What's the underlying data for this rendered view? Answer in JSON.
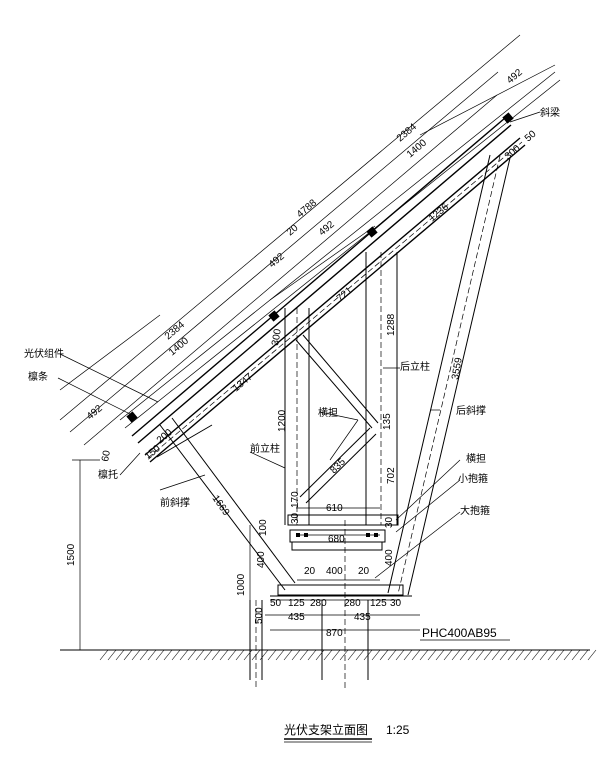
{
  "title": {
    "name": "光伏支架立面图",
    "scale": "1:25"
  },
  "labels": {
    "oblique_beam": "斜梁",
    "pv_module": "光伏组件",
    "purlin": "檩条",
    "purlin_bracket": "檩托",
    "rear_column": "后立柱",
    "rear_brace": "后斜撑",
    "beam_middle": "横担",
    "front_column": "前立柱",
    "beam_lower": "横担",
    "small_hoop": "小抱箍",
    "large_hoop": "大抱箍",
    "front_brace": "前斜撑",
    "pile": "PHC400AB95"
  },
  "dimensions": {
    "d4788": "4788",
    "d2384_top": "2384",
    "d2384_bottom": "2384",
    "d1400_top": "1400",
    "d1400_bottom": "1400",
    "d492_top": "492",
    "d492_mid": "492",
    "d492_mid2": "492",
    "d492_bottom": "492",
    "d20_top": "20",
    "d1236": "1236",
    "d721": "721",
    "d1347": "1347",
    "d300_top": "300",
    "d50_top": "50",
    "d300_mid": "300",
    "d1288": "1288",
    "d3559": "3559",
    "d1200": "1200",
    "d135": "135",
    "d835": "835",
    "d702": "702",
    "d170": "170",
    "d30_left": "30",
    "d610": "610",
    "d30_right": "30",
    "d100": "100",
    "d680": "680",
    "d400_left": "400",
    "d400_right": "400",
    "d20_b1": "20",
    "d400_mid": "400",
    "d20_b2": "20",
    "d50_b": "50",
    "d125_l": "125",
    "d280_l": "280",
    "d280_r": "280",
    "d125_r": "125",
    "d30_b": "30",
    "d435_l": "435",
    "d435_r": "435",
    "d870": "870",
    "d1000": "1000",
    "d500": "500",
    "d1500": "1500",
    "d1669": "1669",
    "d150": "150",
    "d200": "200",
    "d60": "60"
  }
}
